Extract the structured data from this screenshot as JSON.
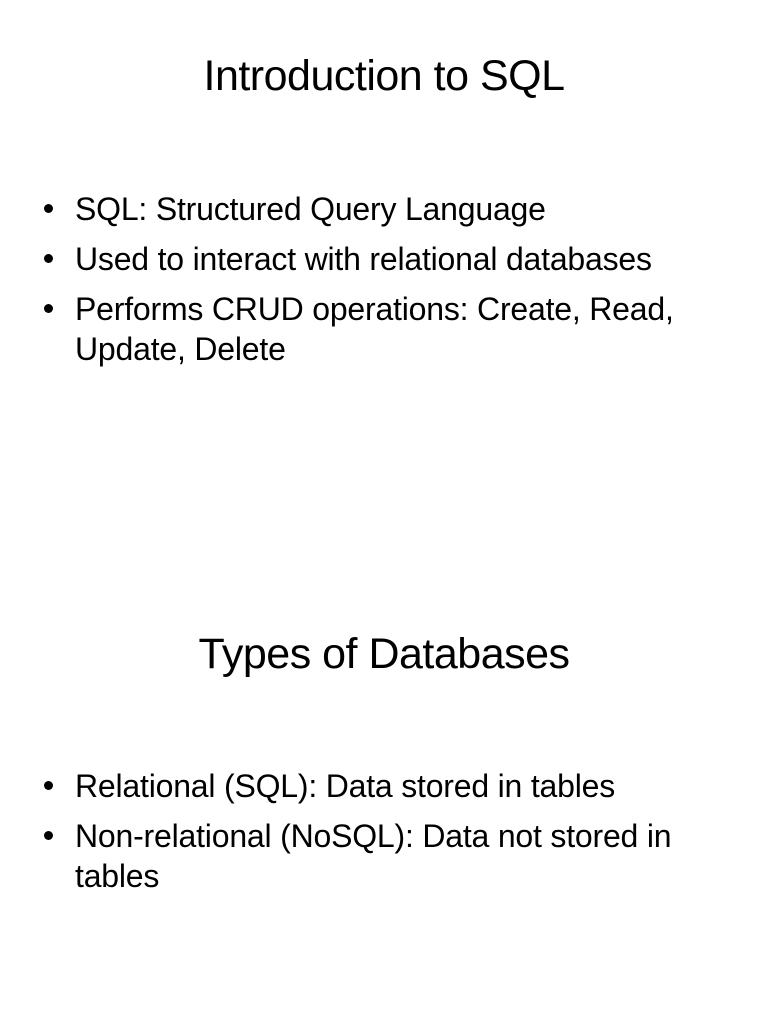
{
  "page": {
    "background_color": "#ffffff",
    "text_color": "#000000"
  },
  "slides": [
    {
      "title": "Introduction to SQL",
      "bullets": [
        "SQL: Structured Query Language",
        "Used to interact with relational databases",
        "Performs CRUD operations: Create, Read,\nUpdate, Delete"
      ]
    },
    {
      "title": "Types of Databases",
      "bullets": [
        "Relational (SQL): Data stored in tables",
        "Non-relational (NoSQL): Data not stored in\ntables"
      ]
    }
  ]
}
